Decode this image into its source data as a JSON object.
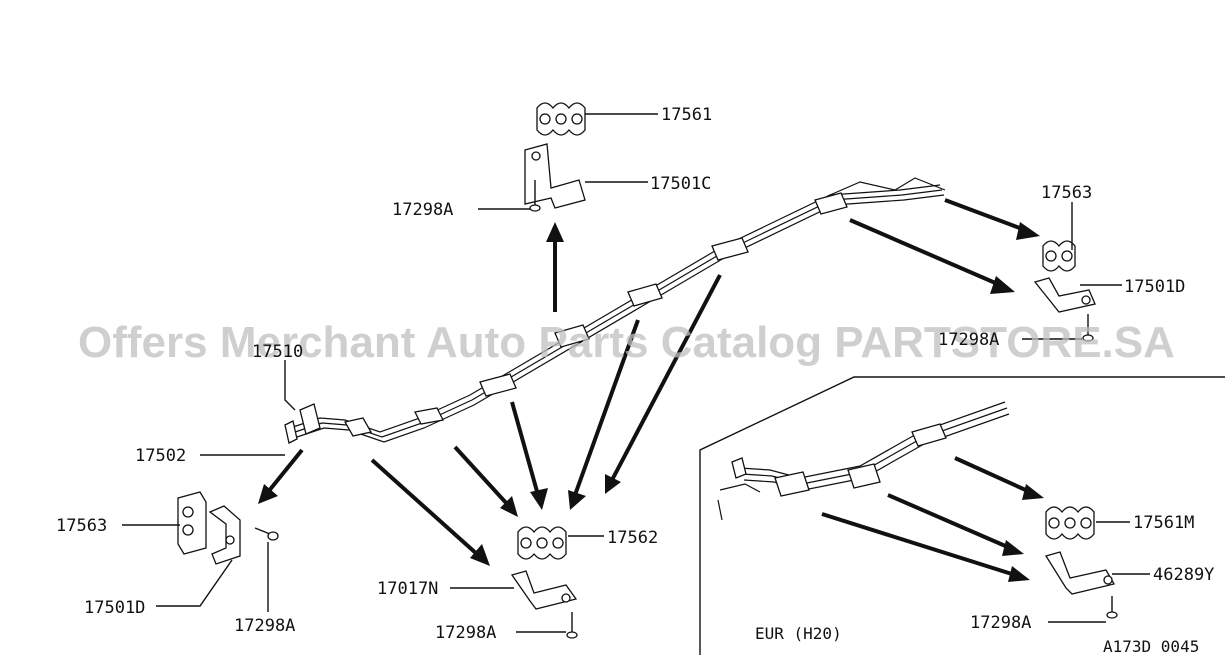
{
  "watermark": "Offers Merchant Auto Parts Catalog PARTSTORE.SA",
  "variant_label": "EUR (H20)",
  "diagram_code": "A173D 0045",
  "callouts": {
    "p17561": "17561",
    "p17501C": "17501C",
    "p17298A_top": "17298A",
    "p17563_right": "17563",
    "p17501D_right": "17501D",
    "p17298A_right": "17298A",
    "p17510": "17510",
    "p17502": "17502",
    "p17563_left": "17563",
    "p17501D_left": "17501D",
    "p17298A_left": "17298A",
    "p17562": "17562",
    "p17017N": "17017N",
    "p17298A_center": "17298A",
    "p17561M": "17561M",
    "p46289Y": "46289Y",
    "p17298A_inset": "17298A"
  }
}
